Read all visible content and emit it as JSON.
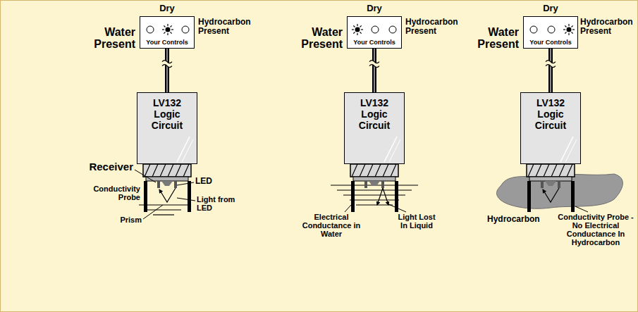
{
  "diagram": {
    "nodes": [
      {
        "text": [
          "Your Controls"
        ]
      },
      {
        "text": [
          "LV132 Logic Circuit"
        ]
      },
      {
        "text": [
          "Your Controls"
        ]
      },
      {
        "text": [
          "LV132 Logic Circuit"
        ]
      },
      {
        "text": [
          "Your Controls"
        ]
      },
      {
        "text": [
          "LV132 Logic Circuit"
        ]
      }
    ],
    "edges": [
      {
        "from": 0,
        "to": 1,
        "arrow": "none"
      },
      {
        "from": 2,
        "to": 3,
        "arrow": "none"
      },
      {
        "from": 4,
        "to": 5,
        "arrow": "none"
      }
    ],
    "labels": [
      "Dry",
      "Water Present",
      "Hydrocarbon Present",
      "Receiver",
      "LED",
      "Conductivity Probe",
      "Light from LED",
      "Prism",
      "Dry",
      "Water Present",
      "Hydrocarbon Present",
      "Electrical Conductance in Water",
      "Light Lost In Liquid",
      "Dry",
      "Water Present",
      "Hydrocarbon Present",
      "Hydrocarbon",
      "Conductivity Probe - No Electrical Conductance In Hydrocarbon"
    ]
  }
}
